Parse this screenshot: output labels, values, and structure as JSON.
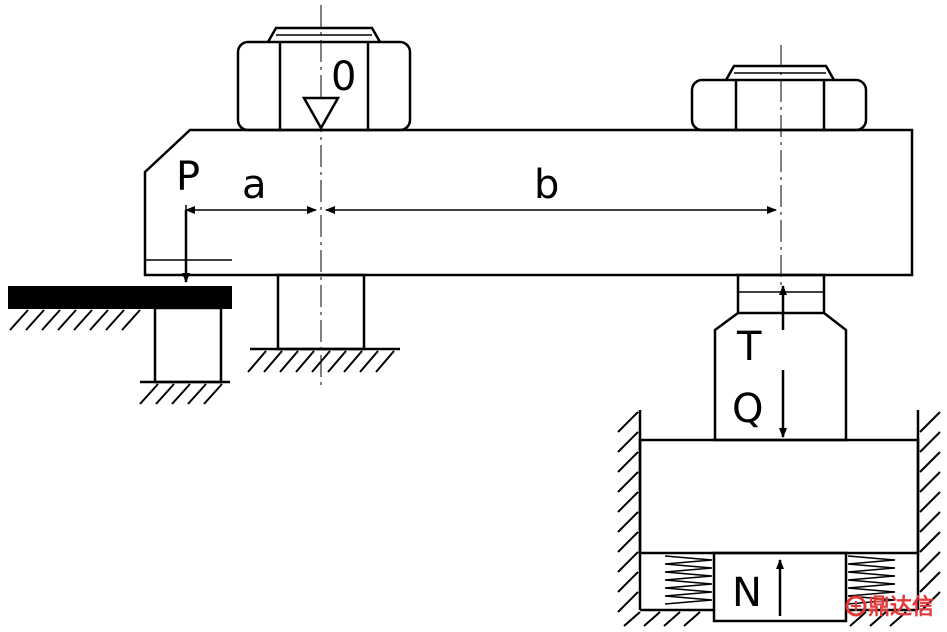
{
  "labels": {
    "P": "P",
    "a": "a",
    "b": "b",
    "O": "0",
    "T": "T",
    "Q": "Q",
    "N": "N"
  },
  "watermark": {
    "text": "鼎达信",
    "color": "#e23a3a"
  },
  "colors": {
    "line": "#000000",
    "background": "#ffffff"
  }
}
